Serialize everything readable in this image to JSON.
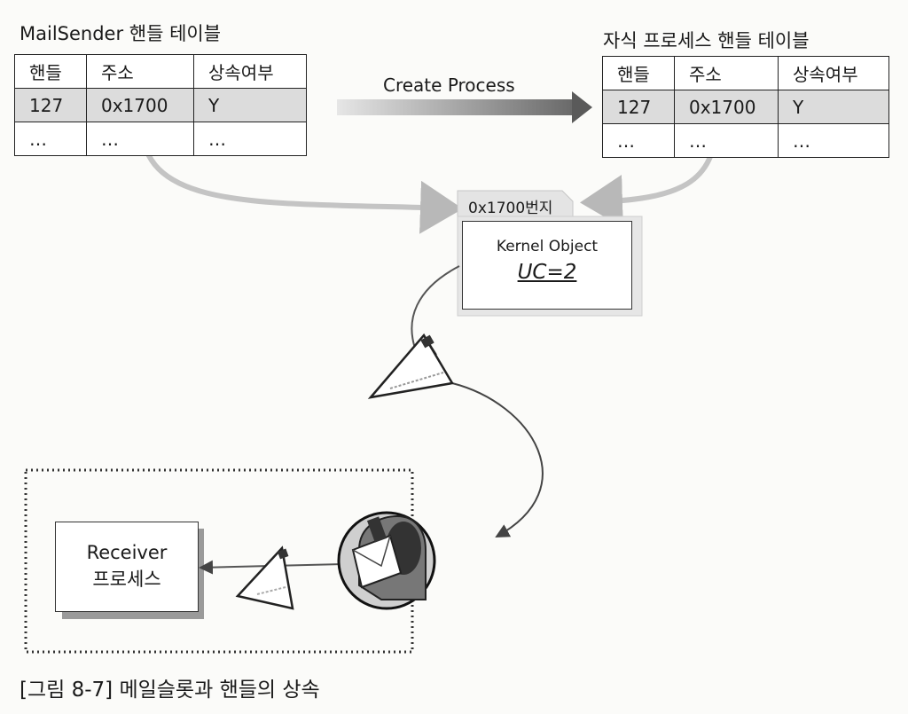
{
  "left_table": {
    "title": "MailSender 핸들 테이블",
    "headers": [
      "핸들",
      "주소",
      "상속여부"
    ],
    "rows": [
      [
        "127",
        "0x1700",
        "Y"
      ],
      [
        "…",
        "…",
        "…"
      ]
    ]
  },
  "right_table": {
    "title": "자식 프로세스 핸들 테이블",
    "headers": [
      "핸들",
      "주소",
      "상속여부"
    ],
    "rows": [
      [
        "127",
        "0x1700",
        "Y"
      ],
      [
        "…",
        "…",
        "…"
      ]
    ]
  },
  "create_process_label": "Create Process",
  "kernel_object": {
    "address_label": "0x1700번지",
    "title": "Kernel Object",
    "usage_count": "UC=2"
  },
  "receiver": {
    "line1": "Receiver",
    "line2": "프로세스"
  },
  "caption": "[그림 8-7] 메일슬롯과 핸들의 상속"
}
